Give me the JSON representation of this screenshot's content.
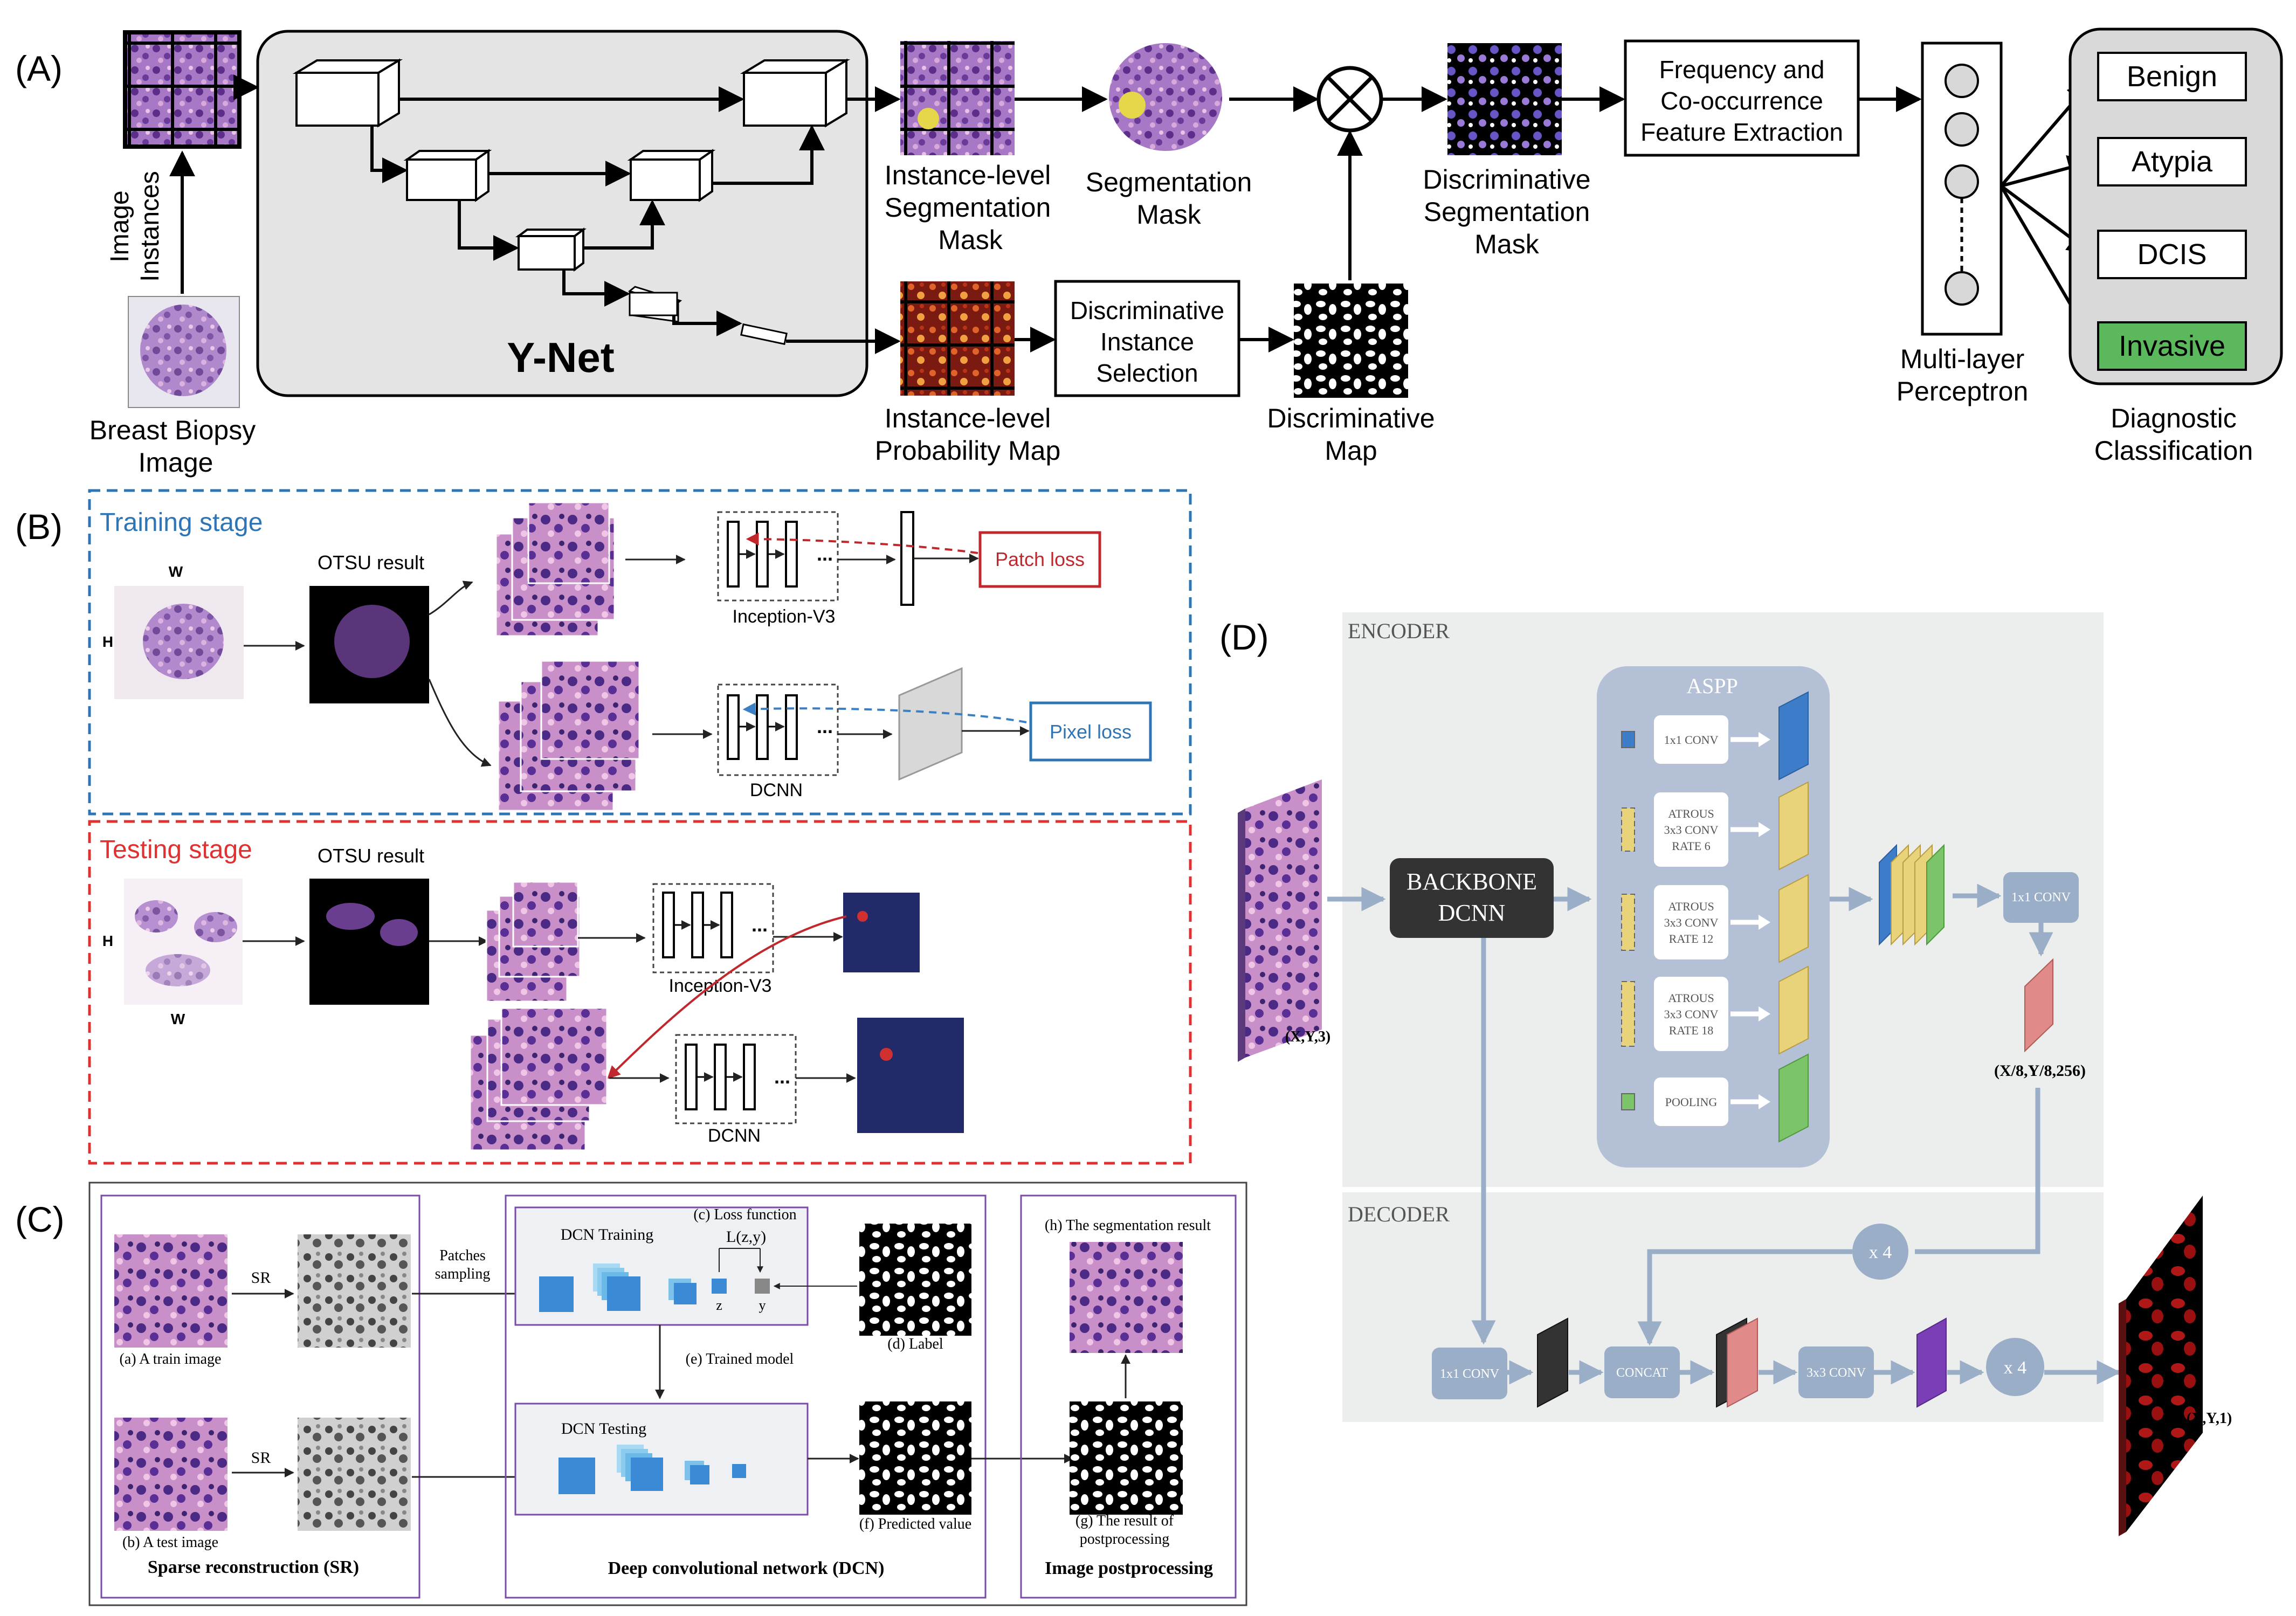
{
  "panel_labels": {
    "a": "(A)",
    "b": "(B)",
    "c": "(C)",
    "d": "(D)"
  },
  "panel_a": {
    "ynet_label": "Y-Net",
    "image_instances_line1": "Image",
    "image_instances_line2": "Instances",
    "breast_biopsy": [
      "Breast Biopsy",
      "Image"
    ],
    "instance_seg_mask": [
      "Instance-level",
      "Segmentation",
      "Mask"
    ],
    "segmentation_mask": [
      "Segmentation",
      "Mask"
    ],
    "discriminative_seg_mask": [
      "Discriminative",
      "Segmentation",
      "Mask"
    ],
    "freq_cooc": [
      "Frequency and",
      "Co-occurrence",
      "Feature Extraction"
    ],
    "mlp": [
      "Multi-layer",
      "Perceptron"
    ],
    "instance_prob_map": [
      "Instance-level",
      "Probability Map"
    ],
    "disc_instance_selection": [
      "Discriminative",
      "Instance",
      "Selection"
    ],
    "discriminative_map": [
      "Discriminative",
      "Map"
    ],
    "diagnostic_classification": [
      "Diagnostic",
      "Classification"
    ],
    "classes": [
      "Benign",
      "Atypia",
      "DCIS",
      "Invasive"
    ],
    "highlight_color": "#5cb85c"
  },
  "panel_b": {
    "training_title": "Training stage",
    "testing_title": "Testing stage",
    "otsu_result": "OTSU result",
    "w_label": "W",
    "h_label": "H",
    "inception": "Inception-V3",
    "dcnn": "DCNN",
    "patch_loss": "Patch loss",
    "pixel_loss": "Pixel loss",
    "training_color": "#2e75b6",
    "testing_color": "#e03030"
  },
  "panel_c": {
    "sr_label": "SR",
    "train_image": "(a) A train image",
    "test_image": "(b) A test image",
    "patches_sampling": [
      "Patches",
      "sampling"
    ],
    "dcn_training": "DCN Training",
    "loss_function": "(c) Loss function",
    "loss_expr": "L(z,y)",
    "z_label": "z",
    "y_label": "y",
    "label_caption": "(d) Label",
    "trained_model": "(e) Trained model",
    "dcn_testing": "DCN Testing",
    "predicted_value": "(f) Predicted value",
    "seg_result": "(h) The segmentation result",
    "postproc_result": [
      "(g) The result of",
      "postprocessing"
    ],
    "sparse_reconstruction": "Sparse reconstruction (SR)",
    "deep_conv_net": "Deep convolutional network (DCN)",
    "image_postprocessing": "Image postprocessing"
  },
  "panel_d": {
    "encoder": "ENCODER",
    "decoder": "DECODER",
    "aspp": "ASPP",
    "backbone": [
      "BACKBONE",
      "DCNN"
    ],
    "input_dims": "(X,Y,3)",
    "mid_dims": "(X/8,Y/8,256)",
    "output_dims": "(X,Y,1)",
    "aspp_ops": [
      [
        "1x1 CONV"
      ],
      [
        "ATROUS",
        "3x3   CONV",
        "RATE  6"
      ],
      [
        "ATROUS",
        "3x3   CONV",
        "RATE  12"
      ],
      [
        "ATROUS",
        "3x3   CONV",
        "RATE  18"
      ],
      [
        "POOLING"
      ]
    ],
    "conv1x1": "1x1 CONV",
    "x4": "x 4",
    "concat": "CONCAT",
    "conv3x3": "3x3 CONV",
    "colors": {
      "blue": "#3d7cc9",
      "yellow": "#e8d27a",
      "green": "#7cc46a",
      "pink": "#e08a8a",
      "purple": "#7a3fb5",
      "node": "#9aaec8",
      "bg": "#eceeee"
    }
  }
}
